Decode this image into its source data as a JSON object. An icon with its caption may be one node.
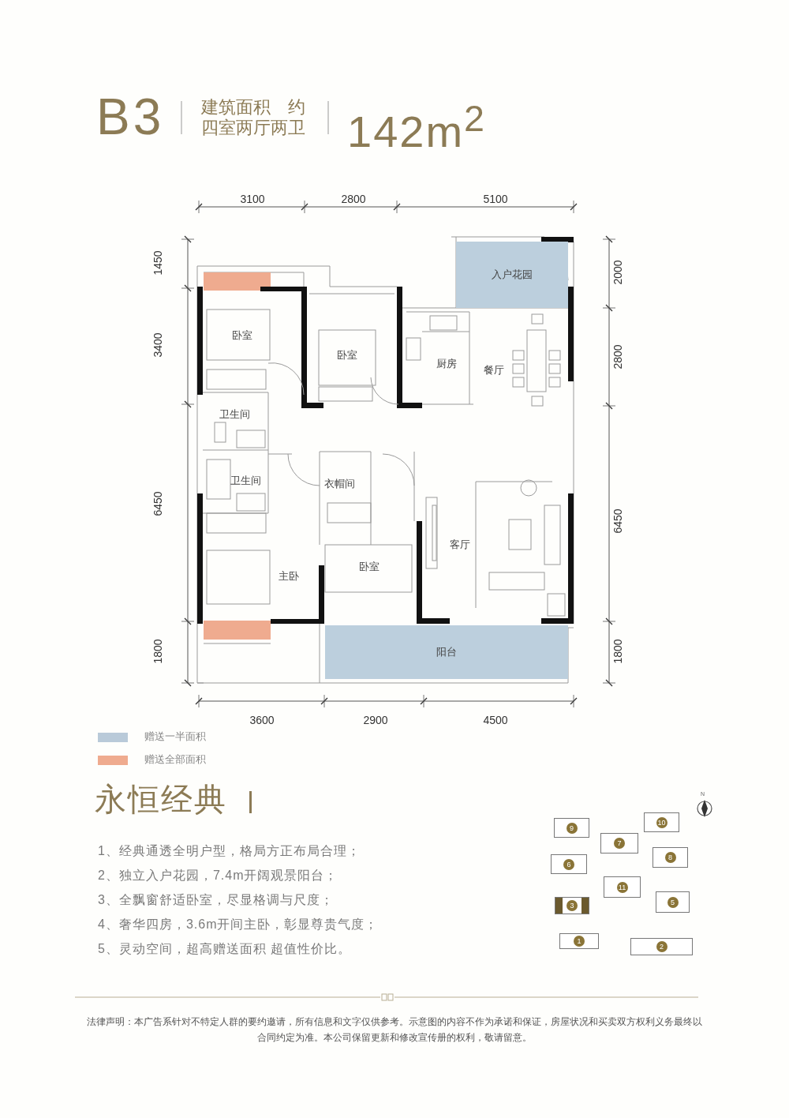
{
  "diagram": {
    "nodes": [
      {
        "text": [
          "入户花园"
        ]
      },
      {
        "text": [
          "卧室"
        ]
      },
      {
        "text": [
          "卧室"
        ]
      },
      {
        "text": [
          "厨房"
        ]
      },
      {
        "text": [
          "餐厅"
        ]
      },
      {
        "text": [
          "卫生间"
        ]
      },
      {
        "text": [
          "卫生间"
        ]
      },
      {
        "text": [
          "衣帽间"
        ]
      },
      {
        "text": [
          "客厅"
        ]
      },
      {
        "text": [
          "主卧"
        ]
      },
      {
        "text": [
          "卧室"
        ]
      },
      {
        "text": [
          "阳台"
        ]
      },
      {
        "text": [
          "9"
        ]
      },
      {
        "text": [
          "10"
        ]
      },
      {
        "text": [
          "7"
        ]
      },
      {
        "text": [
          "6"
        ]
      },
      {
        "text": [
          "8"
        ]
      },
      {
        "text": [
          "11"
        ]
      },
      {
        "text": [
          "3"
        ]
      },
      {
        "text": [
          "5"
        ]
      },
      {
        "text": [
          "1"
        ]
      },
      {
        "text": [
          "2"
        ]
      }
    ],
    "labels": [
      "B3",
      "建筑面积　约",
      "四室两厅两卫",
      "142m$^{2}$",
      "3100",
      "2800",
      "5100",
      "1450",
      "3400",
      "6450",
      "1800",
      "2000",
      "2800",
      "6450",
      "1800",
      "3600",
      "2900",
      "4500",
      "永恒经典",
      "1、经典通透全明户型，格局方正布局合理；",
      "2、独立入户花园，7.4m开阔观景阳台；",
      "3、全飘窗舒适卧室，尽显格调与尺度；",
      "4、奢华四房，3.6m开间主卧，彰显尊贵气度；",
      "5、灵动空间，超高赠送面积 超值性价比。",
      "N",
      "法律声明：本广告系针对不特定人群的要约邀请，所有信息和文字仅供参考。示意图的内容不作为承诺和保证，房屋状况和买卖双方权利义务最终以合同约定为准。本公司保留更新和修改宣传册的权利，敬请留意。"
    ],
    "legend": [
      {
        "text": "赠送一半面积",
        "color": "#b9cad9"
      },
      {
        "text": "赠送全部面积",
        "color": "#efab8f"
      }
    ]
  }
}
